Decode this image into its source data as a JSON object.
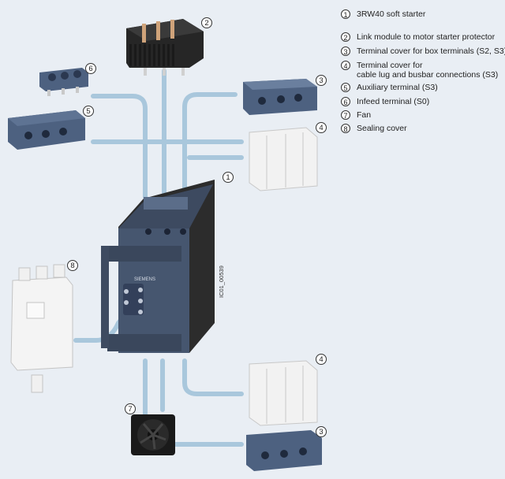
{
  "legend": [
    {
      "num": "1",
      "text": "3RW40 soft starter"
    },
    {
      "num": "2",
      "text": "Link module to motor starter protector"
    },
    {
      "num": "3",
      "text": "Terminal cover for box terminals (S2, S3)"
    },
    {
      "num": "4",
      "text": "Terminal cover for",
      "text2": "cable lug and busbar connections (S3)"
    },
    {
      "num": "5",
      "text": "Auxiliary terminal (S3)"
    },
    {
      "num": "6",
      "text": "Infeed terminal (S0)"
    },
    {
      "num": "7",
      "text": "Fan"
    },
    {
      "num": "8",
      "text": "Sealing cover"
    }
  ],
  "callouts": {
    "c1": "1",
    "c2": "2",
    "c3a": "3",
    "c3b": "3",
    "c4a": "4",
    "c4b": "4",
    "c5": "5",
    "c6": "6",
    "c7": "7",
    "c8": "8"
  },
  "device": {
    "brand": "SIEMENS",
    "ref_code": "IC01_00539"
  },
  "colors": {
    "background": "#e9eef4",
    "guide_lines": "#a9c7dc",
    "housing": "#4a5a73",
    "covers": "#f2f2f2"
  }
}
